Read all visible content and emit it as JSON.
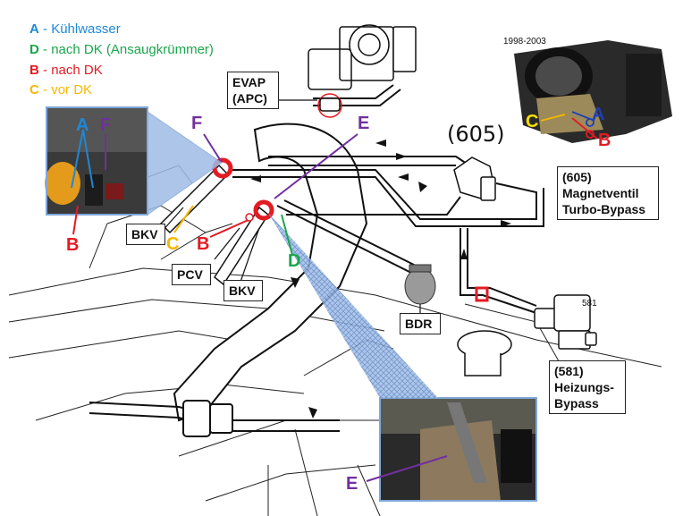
{
  "legend": [
    {
      "key": "A",
      "sep": " - ",
      "text": "Kühlwasser",
      "color": "#1e88d8",
      "textcolor": "#1e88d8"
    },
    {
      "key": "D",
      "sep": " - ",
      "text": "nach DK (Ansaugkrümmer)",
      "color": "#1aa64b",
      "textcolor": "#1aa64b"
    },
    {
      "key": "B",
      "sep": " - ",
      "text": "nach DK",
      "color": "#e31b23",
      "textcolor": "#e31b23"
    },
    {
      "key": "C",
      "sep": " - ",
      "text": "vor DK",
      "color": "#f5b800",
      "textcolor": "#f5b800"
    }
  ],
  "boxes": {
    "evap": "EVAP (APC)",
    "valve605": "(605) Magnetventil Turbo-Bypass",
    "valve581": "(581) Heizungs-Bypass",
    "bkv1": "BKV",
    "bkv2": "BKV",
    "pcv": "PCV",
    "bdr": "BDR"
  },
  "labels": {
    "l605": "(605)",
    "l581": "581",
    "years": "1998-2003"
  },
  "tags": {
    "inset_a": "A",
    "inset_f": "F",
    "inset_b": "B",
    "main_f": "F",
    "main_e": "E",
    "main_c": "C",
    "main_b": "B",
    "main_d": "D",
    "tb_a": "A",
    "tb_b": "B",
    "tb_c": "C",
    "photo_e": "E"
  },
  "colors": {
    "A": "#1e88d8",
    "B": "#e31b23",
    "C": "#f5b800",
    "D": "#1aa64b",
    "E": "#7030a0",
    "F": "#7030a0",
    "callout": "#7fa7d8"
  }
}
